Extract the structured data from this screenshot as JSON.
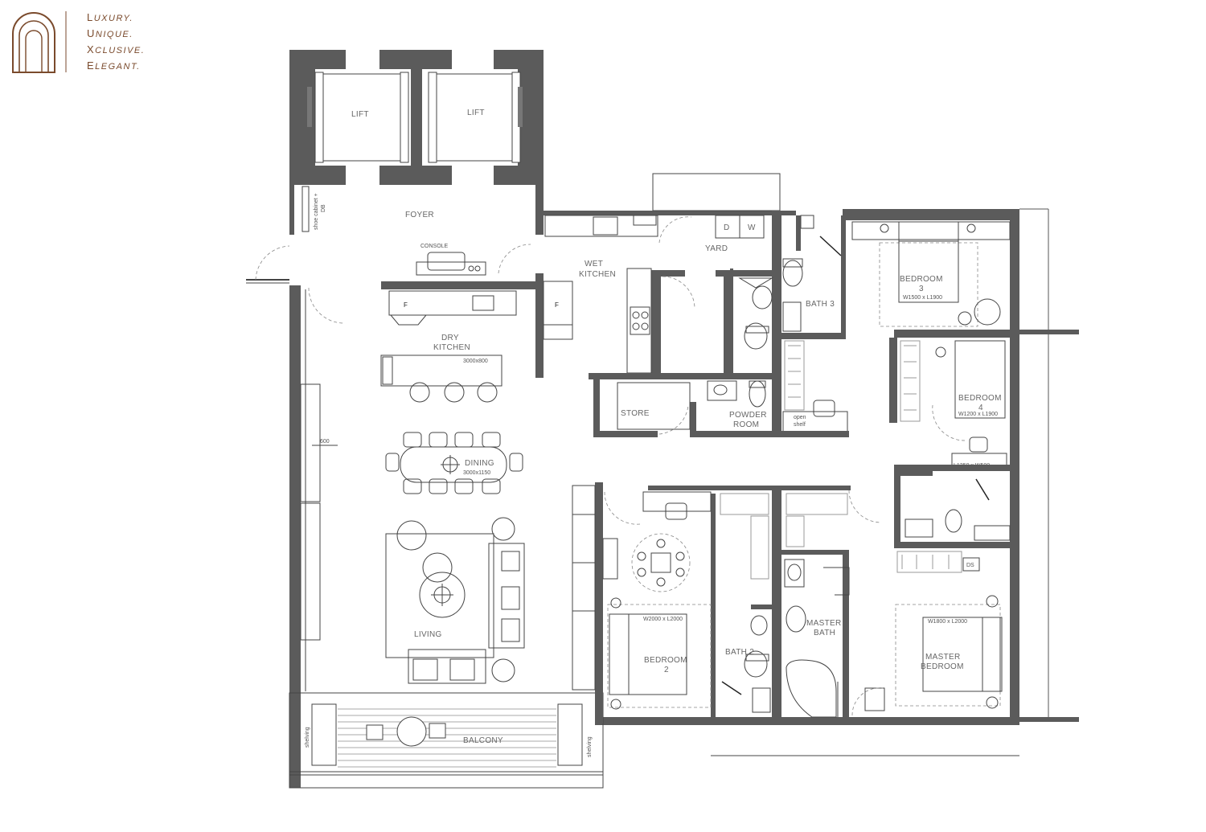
{
  "brand": {
    "tagline": [
      {
        "initial": "L",
        "rest": "UXURY."
      },
      {
        "initial": "U",
        "rest": "NIQUE."
      },
      {
        "initial": "X",
        "rest": "CLUSIVE."
      },
      {
        "initial": "E",
        "rest": "LEGANT."
      }
    ],
    "logo": "arch-logo-icon",
    "color": "#7a4a2c"
  },
  "rooms": {
    "lift1": "LIFT",
    "lift2": "LIFT",
    "foyer": "FOYER",
    "shoe_cabinet": "shoe cabinet +",
    "db": "DB",
    "console": "CONSOLE",
    "wet_kitchen_1": "WET",
    "wet_kitchen_2": "KITCHEN",
    "yard": "YARD",
    "dryer": "D",
    "washer": "W",
    "dry_kitchen_1": "DRY",
    "dry_kitchen_2": "KITCHEN",
    "island_size": "3000x800",
    "fridge1": "F",
    "fridge2": "F",
    "store": "STORE",
    "powder_1": "POWDER",
    "powder_2": "ROOM",
    "bath3": "BATH 3",
    "open_shelf_1": "open",
    "open_shelf_2": "shelf",
    "bedroom3_1": "BEDROOM",
    "bedroom3_2": "3",
    "bedroom3_bed": "W1500 x L1900",
    "bedroom4_1": "BEDROOM",
    "bedroom4_2": "4",
    "bedroom4_bed": "W1200 x L1900",
    "bedroom4_desk": "L1350 x W500",
    "dim_600": "600",
    "dining": "DINING",
    "dining_size": "3000x1150",
    "living": "LIVING",
    "bedroom2_1": "BEDROOM",
    "bedroom2_2": "2",
    "bedroom2_bed": "W2000 x L2000",
    "bath2": "BATH 2",
    "master_bath_1": "MASTER",
    "master_bath_2": "BATH",
    "master_bed_1": "MASTER",
    "master_bed_2": "BEDROOM",
    "master_bed_size": "W1800 x L2000",
    "ds": "DS",
    "balcony": "BALCONY",
    "shelving1": "shelving",
    "shelving2": "shelving"
  }
}
